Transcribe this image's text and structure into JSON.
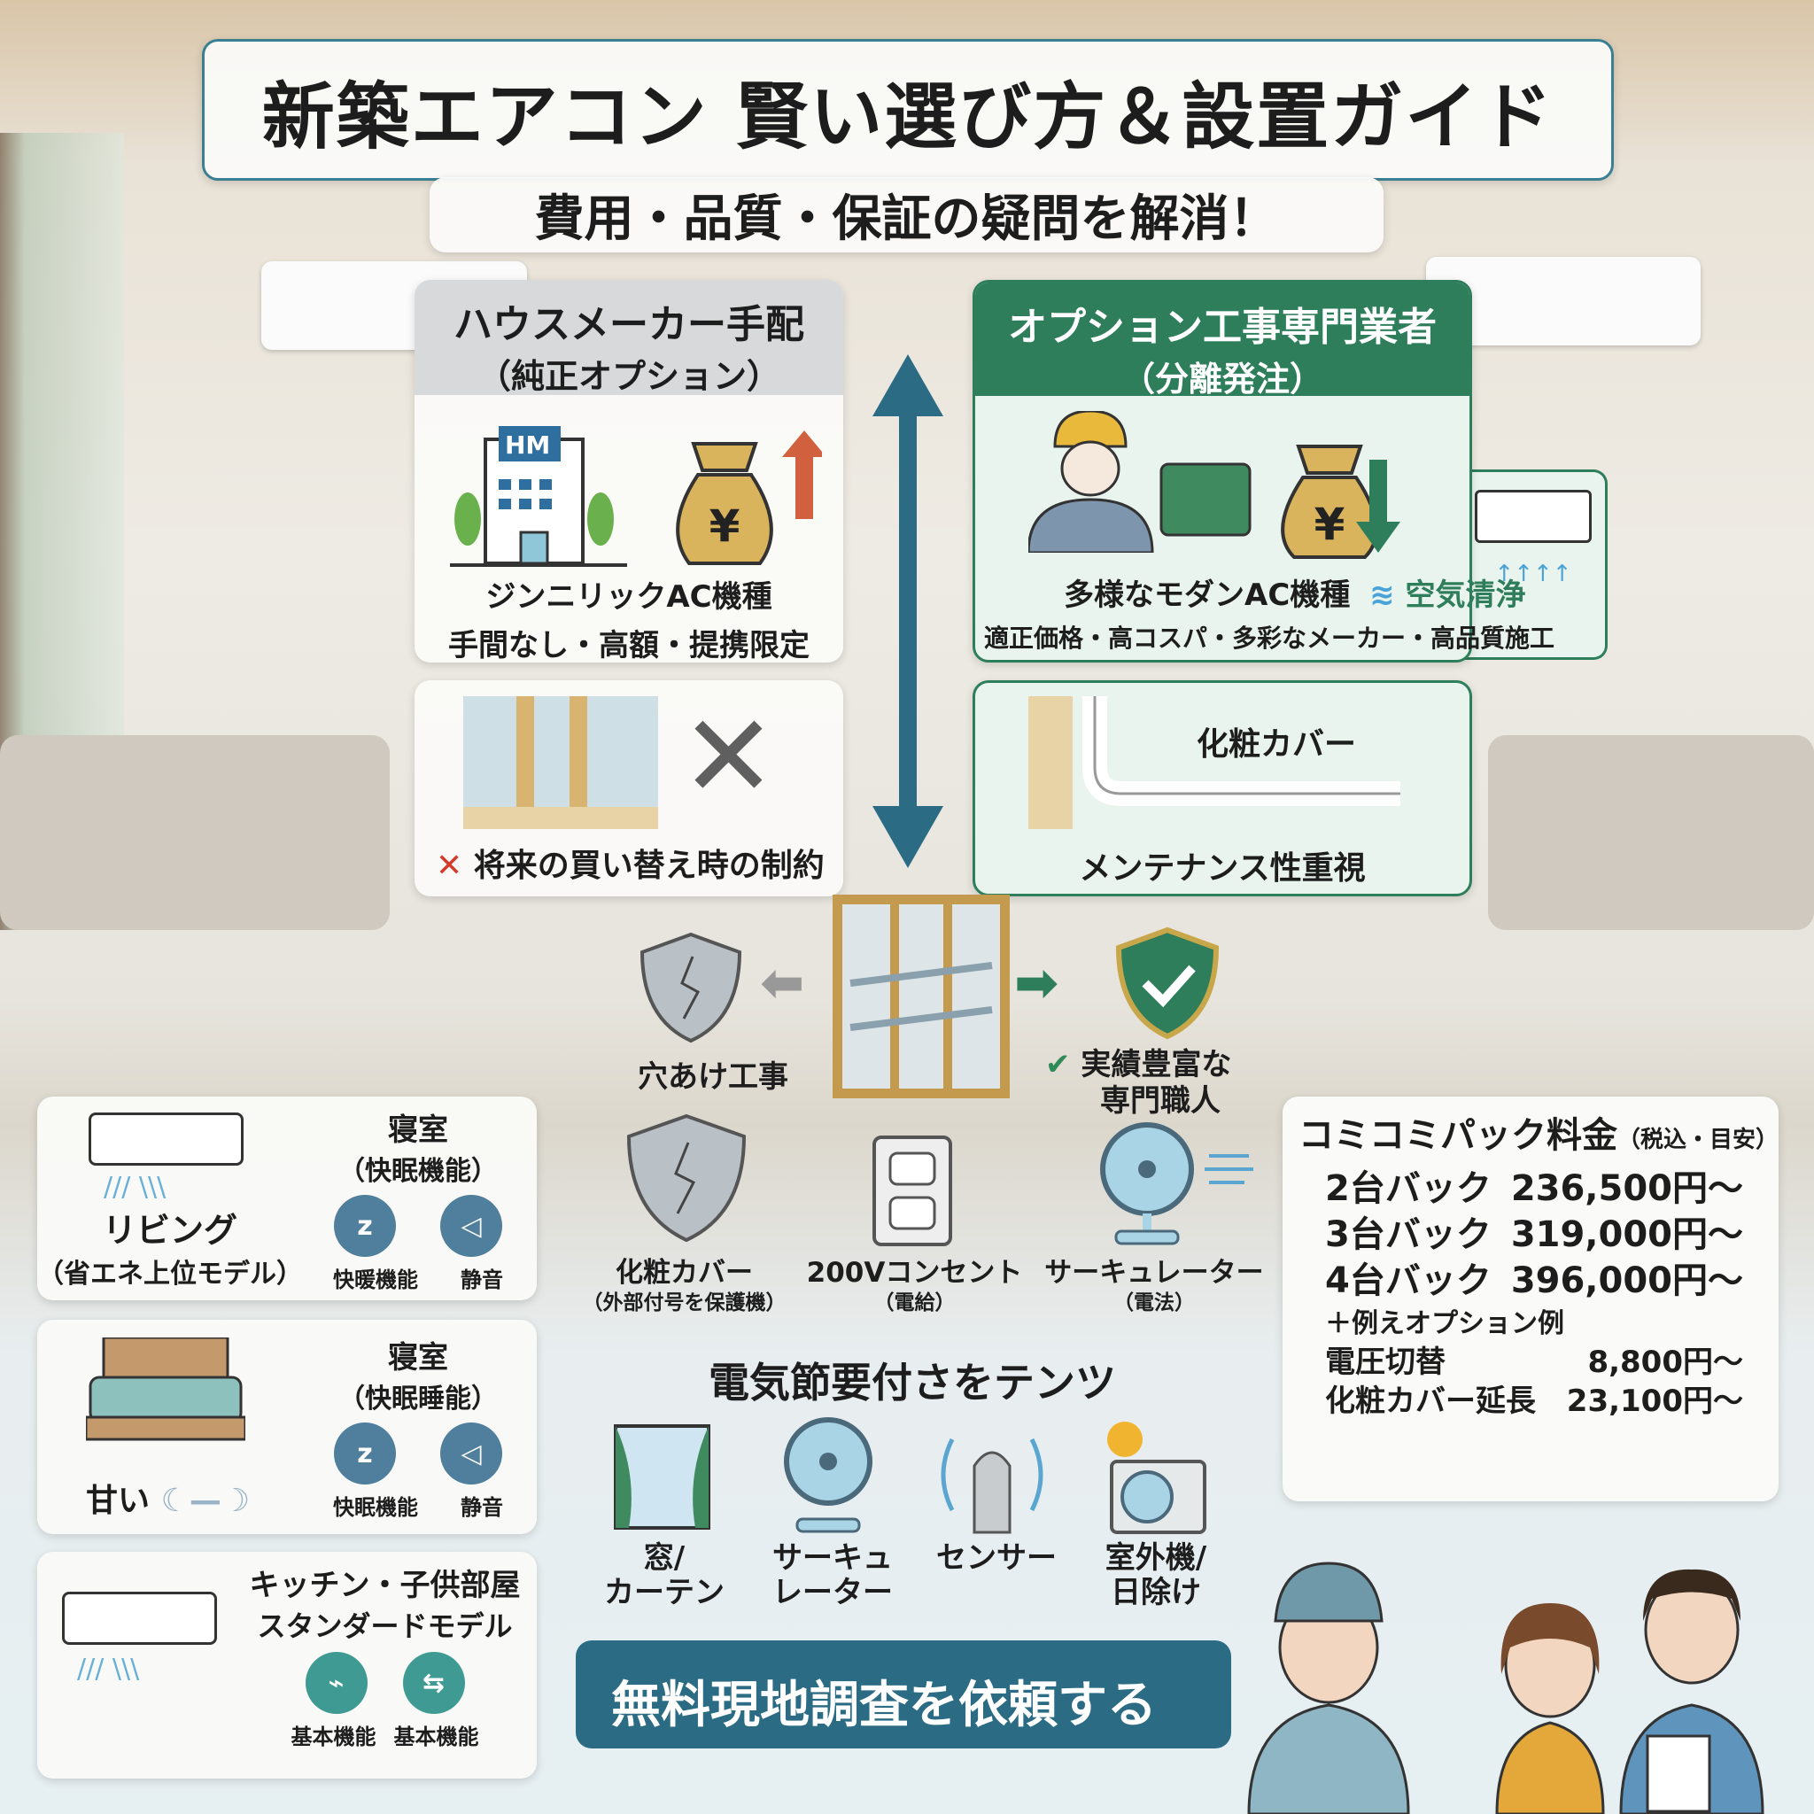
{
  "title": "新築エアコン 賢い選び方＆設置ガイド",
  "subtitle": "費用・品質・保証の疑問を解消！",
  "left_panel": {
    "heading": "ハウスメーカー手配",
    "subheading": "（純正オプション）",
    "building_label": "HM",
    "line1": "ジンニリックAC機種",
    "line2": "手間なし・高額・提携限定",
    "con": "将来の買い替え時の制約"
  },
  "right_panel": {
    "heading": "オプション工事専門業者",
    "subheading": "（分離発注）",
    "line1": "多様なモダンAC機種",
    "air_clean": "空気清浄",
    "line2": "適正価格・高コスパ・多彩なメーカー・高品質施工",
    "cover_label": "化粧カバー",
    "pro": "メンテナンス性重視"
  },
  "middle": {
    "drilling": "穴あけ工事",
    "experienced_line1": "実績豊富な",
    "experienced_line2": "専門職人"
  },
  "rooms": [
    {
      "name": "リビング",
      "sub": "（省エネ上位モデル）",
      "right_title": "寝室",
      "right_sub": "（快眠機能）",
      "features": [
        "快暖機能",
        "静音"
      ]
    },
    {
      "name": "甘い",
      "right_title": "寝室",
      "right_sub": "（快眠睡能）",
      "features": [
        "快眠機能",
        "静音"
      ]
    },
    {
      "right_title": "キッチン・子供部屋",
      "right_sub": "スタンダードモデル",
      "features": [
        "基本機能",
        "基本機能"
      ]
    }
  ],
  "options": [
    {
      "label": "化粧カバー",
      "sub": "（外部付号を保護機）"
    },
    {
      "label": "200Vコンセント",
      "sub": "（電給）"
    },
    {
      "label": "サーキュレーター",
      "sub": "（電法）"
    }
  ],
  "saving": {
    "heading": "電気節要付さをテンツ",
    "items": [
      "窓/\nカーテン",
      "サーキュ\nレーター",
      "センサー",
      "室外機/\n日除け"
    ]
  },
  "pricing": {
    "title": "コミコミパック料金",
    "title_note": "（税込・目安）",
    "packs": [
      {
        "label": "2台バック",
        "price": "236,500円～"
      },
      {
        "label": "3台バック",
        "price": "319,000円～"
      },
      {
        "label": "4台バック",
        "price": "396,000円～"
      }
    ],
    "options_heading": "＋例えオプション例",
    "options": [
      {
        "label": "電圧切替",
        "price": "8,800円～"
      },
      {
        "label": "化粧カバー延長",
        "price": "23,100円～"
      }
    ]
  },
  "cta": "無料現地調査を依頼する",
  "colors": {
    "green": "#2e7d5b",
    "teal": "#2b6c84",
    "gray_header": "#d7d9da"
  }
}
